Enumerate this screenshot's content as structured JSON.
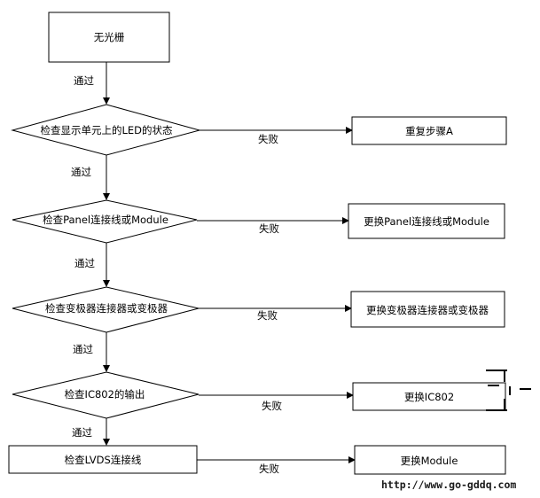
{
  "start": {
    "label": "无光栅"
  },
  "checks": [
    {
      "label": "检查显示单元上的LED的状态",
      "pass_label": "通过",
      "fail_label": "失败",
      "action": "重复步骤A"
    },
    {
      "label": "检查Panel连接线或Module",
      "pass_label": "通过",
      "fail_label": "失败",
      "action": "更换Panel连接线或Module"
    },
    {
      "label": "检查变极器连接器或变极器",
      "pass_label": "通过",
      "fail_label": "失败",
      "action": "更换变极器连接器或变极器"
    },
    {
      "label": "检查IC802的输出",
      "pass_label": "通过",
      "fail_label": "失败",
      "action": "更换IC802"
    },
    {
      "label": "检查LVDS连接线",
      "fail_label": "失败",
      "action": "更换Module"
    }
  ],
  "start_edge_label": "通过",
  "watermark": "http://www.go-gddq.com"
}
